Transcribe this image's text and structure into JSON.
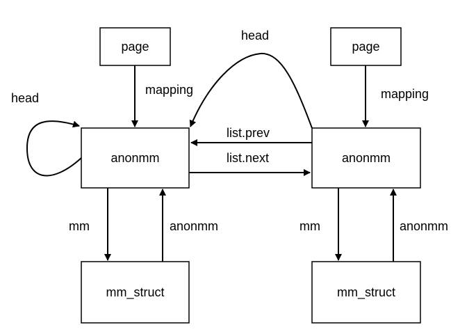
{
  "nodes": {
    "page_left": "page",
    "page_right": "page",
    "anon_left": "anonmm",
    "anon_right": "anonmm",
    "mm_left": "mm_struct",
    "mm_right": "mm_struct"
  },
  "edges": {
    "head_self": "head",
    "head_top": "head",
    "mapping_left": "mapping",
    "mapping_right": "mapping",
    "list_prev": "list.prev",
    "list_next": "list.next",
    "mm_left": "mm",
    "mm_right": "mm",
    "anonmm_left": "anonmm",
    "anonmm_right": "anonmm"
  }
}
